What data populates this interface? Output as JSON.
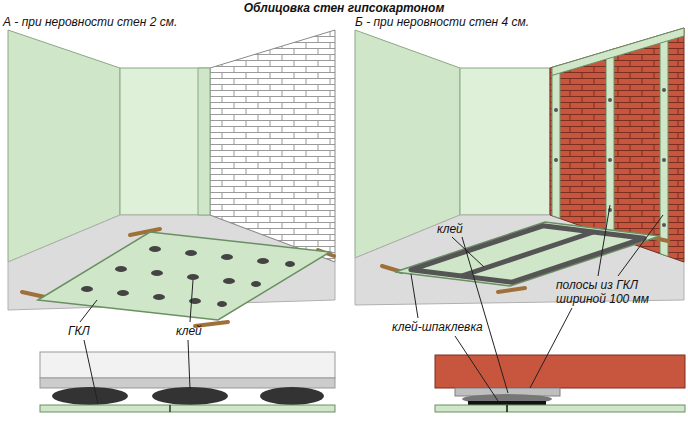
{
  "diagram": {
    "title": "Облицовка стен гипсокартоном",
    "labels": [
      "А - при неровности стен 2 см.",
      "Б - при неровности стен 4 см.",
      "клей",
      "полосы из ГКЛ шириной 100 мм",
      "ГКЛ",
      "клей",
      "клей-шпаклевка"
    ]
  }
}
